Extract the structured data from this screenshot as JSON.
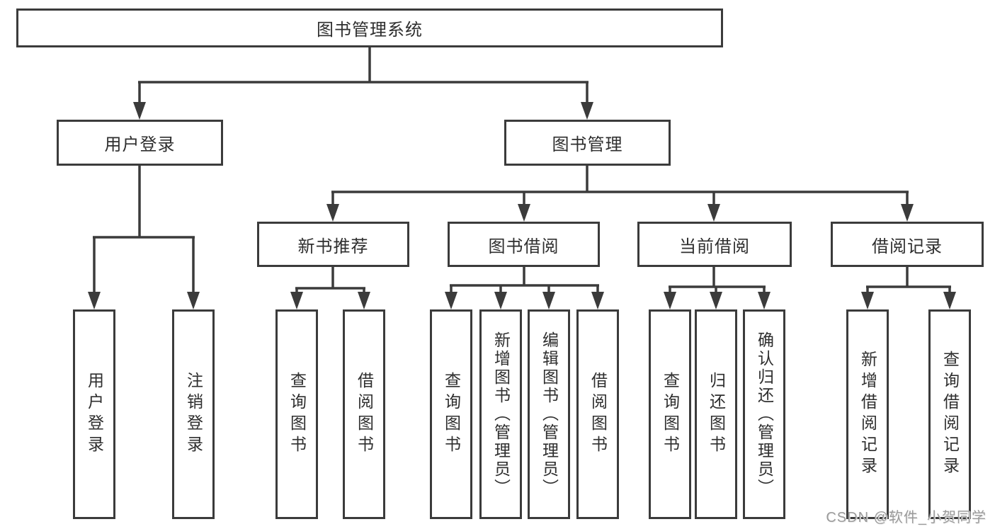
{
  "colors": {
    "background": "#ffffff",
    "line": "#3b3b3b",
    "box_border": "#3b3b3b",
    "box_fill": "#ffffff",
    "text": "#2e2e2e",
    "watermark": "#9b9b9b"
  },
  "diagram": {
    "type": "hierarchy-tree",
    "root": {
      "label": "图书管理系统",
      "children": [
        {
          "label": "用户登录",
          "children": [
            {
              "label": "用户登录"
            },
            {
              "label": "注销登录"
            }
          ]
        },
        {
          "label": "图书管理",
          "children": [
            {
              "label": "新书推荐",
              "children": [
                {
                  "label": "查询图书"
                },
                {
                  "label": "借阅图书"
                }
              ]
            },
            {
              "label": "图书借阅",
              "children": [
                {
                  "label": "查询图书"
                },
                {
                  "label": "新增图书（管理员）"
                },
                {
                  "label": "编辑图书（管理员）"
                },
                {
                  "label": "借阅图书"
                }
              ]
            },
            {
              "label": "当前借阅",
              "children": [
                {
                  "label": "查询图书"
                },
                {
                  "label": "归还图书"
                },
                {
                  "label": "确认归还（管理员）"
                }
              ]
            },
            {
              "label": "借阅记录",
              "children": [
                {
                  "label": "新增借阅记录"
                },
                {
                  "label": "查询借阅记录"
                }
              ]
            }
          ]
        }
      ]
    }
  },
  "watermark": {
    "text": "CSDN @软件_小贺同学"
  }
}
